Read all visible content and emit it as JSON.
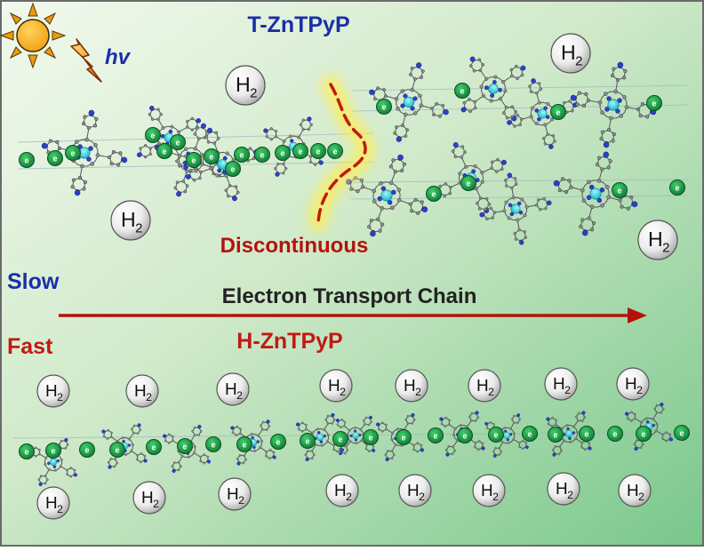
{
  "top": {
    "title": "T-ZnTPyP",
    "discontinuous": "Discontinuous",
    "hv": "hv"
  },
  "middle": {
    "slow": "Slow",
    "fast": "Fast",
    "chain_label": "Electron Transport Chain"
  },
  "bottom": {
    "title": "H-ZnTPyP"
  },
  "labels": {
    "h2_main": "H",
    "h2_sub": "2",
    "electron": "e"
  },
  "colors": {
    "title_blue": "#1a2fa8",
    "red": "#c01a12",
    "arrow": "#b3120c",
    "electron": "#1fa34a",
    "zinc": "#35d8e0",
    "nitrogen": "#2c3fd0",
    "carbon": "#8a8f92"
  }
}
